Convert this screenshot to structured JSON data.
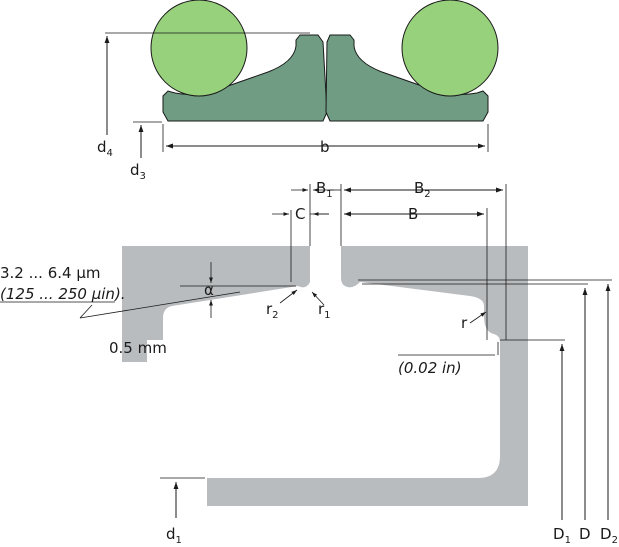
{
  "labels": {
    "d4": "d",
    "d4_sub": "4",
    "d3": "d",
    "d3_sub": "3",
    "b": "b",
    "B1": "B",
    "B1_sub": "1",
    "B2": "B",
    "B2_sub": "2",
    "C": "C",
    "B": "B",
    "roughness_metric": "3.2 ... 6.4 µm",
    "roughness_imperial": "(125 ... 250 µin).",
    "alpha": "α",
    "r2": "r",
    "r2_sub": "2",
    "r1": "r",
    "r1_sub": "1",
    "chamfer": "0.5 mm",
    "r": "r",
    "clearance_imperial": "(0.02 in)",
    "d1": "d",
    "d1_sub": "1",
    "D1": "D",
    "D1_sub": "1",
    "D": "D",
    "D2": "D",
    "D2_sub": "2"
  },
  "colors": {
    "seal": "#6f9c83",
    "ball": "#98d17c",
    "housing": "#b9bcbf",
    "line": "#1a1a1a"
  }
}
